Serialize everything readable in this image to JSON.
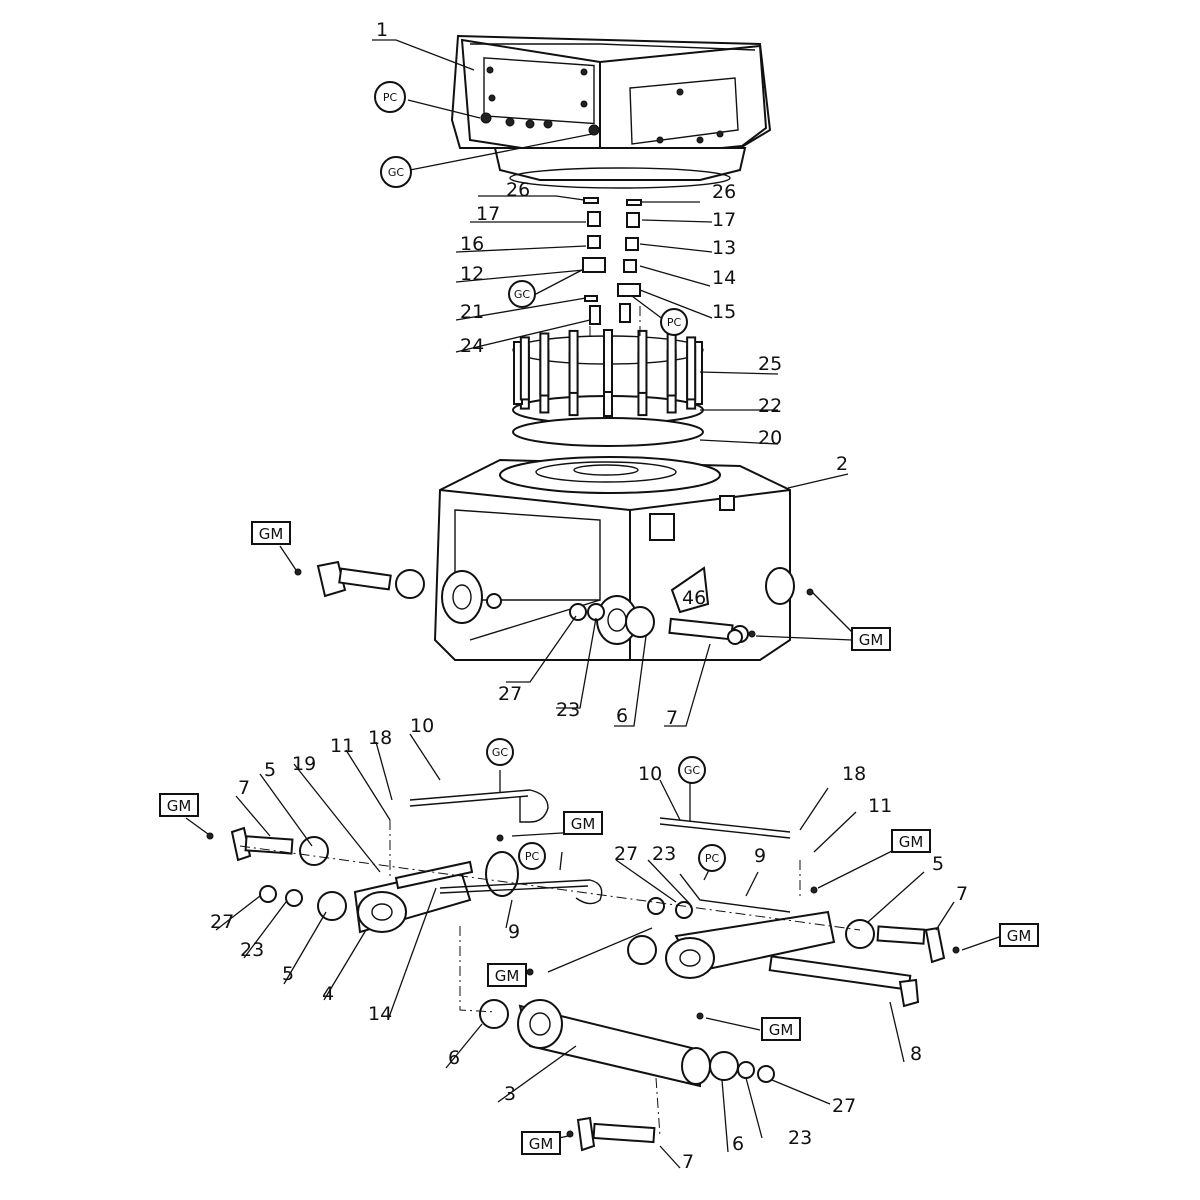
{
  "callouts": {
    "c1": "1",
    "c2": "2",
    "c3": "3",
    "c4": "4",
    "c5": "5",
    "c6": "6",
    "c7": "7",
    "c8": "8",
    "c9": "9",
    "c10": "10",
    "c11": "11",
    "c12": "12",
    "c13": "13",
    "c14": "14",
    "c15": "15",
    "c16": "16",
    "c17": "17",
    "c18": "18",
    "c19": "19",
    "c20": "20",
    "c21": "21",
    "c22": "22",
    "c23": "23",
    "c24": "24",
    "c25": "25",
    "c26": "26",
    "c27": "27"
  },
  "symbols": {
    "pc": "PC",
    "gc": "GC",
    "gm": "GM"
  },
  "tank_markings": {
    "arrow_plate": "46"
  }
}
